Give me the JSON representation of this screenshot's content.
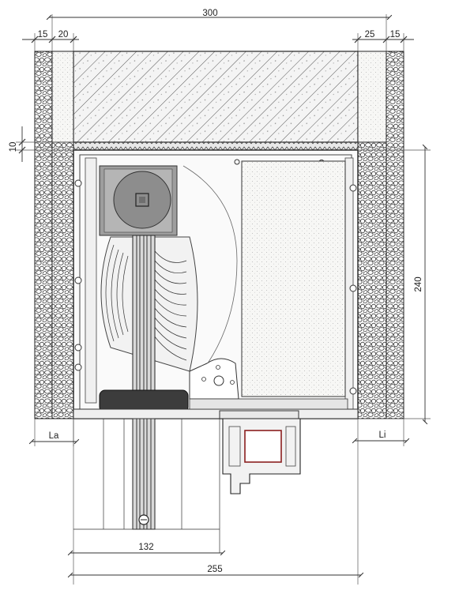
{
  "dimensions": {
    "top_overall": "300",
    "left_outer": "15",
    "left_inner": "20",
    "right_inner": "25",
    "right_outer": "15",
    "gap_left": "10",
    "height_right": "240",
    "bottom_left": "La",
    "bottom_right": "Li",
    "guide_width": "132",
    "overall_bottom": "255"
  }
}
